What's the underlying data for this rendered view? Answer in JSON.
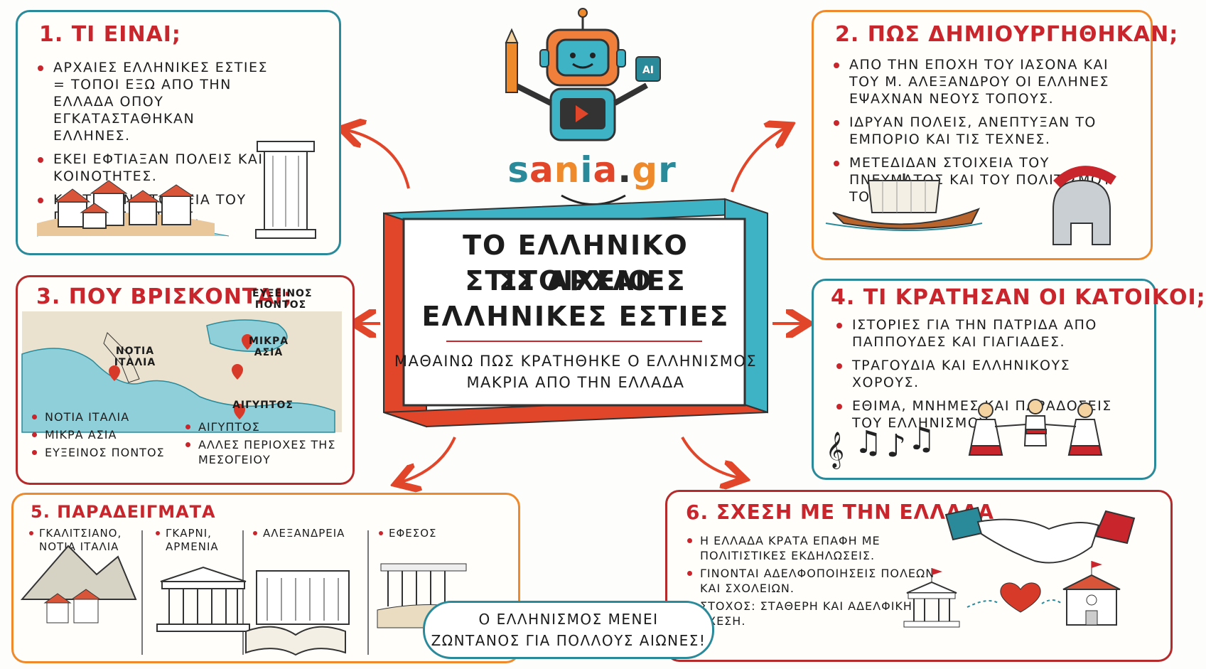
{
  "colors": {
    "teal": "#2a8a9a",
    "orange": "#ef8a2c",
    "red": "#c8262c",
    "dark_red": "#b52a2a"
  },
  "logo": {
    "text": "sania.gr",
    "robot_badge": "AI"
  },
  "center": {
    "title_lines": [
      "ΤΟ ΕΛΛΗΝΙΚΟ ΣΤΟΙΧΕΙΟ",
      "ΣΤΙΣ ΑΡΧΑΙΕΣ",
      "ΕΛΛΗΝΙΚΕΣ ΕΣΤΙΕΣ"
    ],
    "subtitle_lines": [
      "ΜΑΘΑΙΝΩ ΠΩΣ ΚΡΑΤΗΘΗΚΕ Ο ΕΛΛΗΝΙΣΜΟΣ",
      "ΜΑΚΡΙΑ ΑΠΟ ΤΗΝ ΕΛΛΑΔΑ"
    ]
  },
  "panel1": {
    "title": "1. ΤΙ ΕΙΝΑΙ;",
    "bullets": [
      "ΑΡΧΑΙΕΣ ΕΛΛΗΝΙΚΕΣ ΕΣΤΙΕΣ = ΤΟΠΟΙ ΕΞΩ ΑΠΟ ΤΗΝ ΕΛΛΑΔΑ ΟΠΟΥ ΕΓΚΑΤΑΣΤΑΘΗΚΑΝ ΕΛΛΗΝΕΣ.",
      "ΕΚΕΙ ΕΦΤΙΑΞΑΝ ΠΟΛΕΙΣ ΚΑΙ ΚΟΙΝΟΤΗΤΕΣ.",
      "ΚΡΑΤΗΣΑΝ ΣΤΟΙΧΕΙΑ ΤΟΥ ΠΟΛΙΤΙΣΜΟΥ ΤΟΥΣ."
    ]
  },
  "panel2": {
    "title": "2. ΠΩΣ ΔΗΜΙΟΥΡΓΗΘΗΚΑΝ;",
    "bullets": [
      "ΑΠΟ ΤΗΝ ΕΠΟΧΗ ΤΟΥ ΙΑΣΟΝΑ ΚΑΙ ΤΟΥ Μ. ΑΛΕΞΑΝΔΡΟΥ ΟΙ ΕΛΛΗΝΕΣ ΕΨΑΧΝΑΝ ΝΕΟΥΣ ΤΟΠΟΥΣ.",
      "ΙΔΡΥΑΝ ΠΟΛΕΙΣ, ΑΝΕΠΤΥΞΑΝ ΤΟ ΕΜΠΟΡΙΟ ΚΑΙ ΤΙΣ ΤΕΧΝΕΣ.",
      "ΜΕΤΕΔΙΔΑΝ ΣΤΟΙΧΕΙΑ ΤΟΥ ΠΝΕΥΜΑΤΟΣ ΚΑΙ ΤΟΥ ΠΟΛΙΤΙΣΜΟΥ ΤΟΥΣ."
    ]
  },
  "panel3": {
    "title": "3. ΠΟΥ ΒΡΙΣΚΟΝΤΑΙ;",
    "map_labels": [
      "ΕΥΞΕΙΝΟΣ ΠΟΝΤΟΣ",
      "ΝΟΤΙΑ ΙΤΑΛΙΑ",
      "ΜΙΚΡΑ ΑΣΙΑ",
      "ΑΙΓΥΠΤΟΣ"
    ],
    "list_left": [
      "ΝΟΤΙΑ ΙΤΑΛΙΑ",
      "ΜΙΚΡΑ ΑΣΙΑ",
      "ΕΥΞΕΙΝΟΣ ΠΟΝΤΟΣ"
    ],
    "list_right": [
      "ΑΙΓΥΠΤΟΣ",
      "ΑΛΛΕΣ ΠΕΡΙΟΧΕΣ ΤΗΣ ΜΕΣΟΓΕΙΟΥ"
    ]
  },
  "panel4": {
    "title": "4. ΤΙ ΚΡΑΤΗΣΑΝ ΟΙ ΚΑΤΟΙΚΟΙ;",
    "bullets": [
      "ΙΣΤΟΡΙΕΣ ΓΙΑ ΤΗΝ ΠΑΤΡΙΔΑ ΑΠΟ ΠΑΠΠΟΥΔΕΣ ΚΑΙ ΓΙΑΓΙΑΔΕΣ.",
      "ΤΡΑΓΟΥΔΙΑ ΚΑΙ ΕΛΛΗΝΙΚΟΥΣ ΧΟΡΟΥΣ.",
      "ΕΘΙΜΑ, ΜΝΗΜΕΣ ΚΑΙ ΠΑΡΑΔΟΣΕΙΣ ΤΟΥ ΕΛΛΗΝΙΣΜΟΥ."
    ]
  },
  "panel5": {
    "title": "5. ΠΑΡΑΔΕΙΓΜΑΤΑ",
    "examples": [
      {
        "label": "ΓΚΑΛΙΤΣΙΑΝΟ, ΝΟΤΙΑ ΙΤΑΛΙΑ"
      },
      {
        "label": "ΓΚΑΡΝΙ, ΑΡΜΕΝΙΑ"
      },
      {
        "label": "ΑΛΕΞΑΝΔΡΕΙΑ"
      },
      {
        "label": "ΕΦΕΣΟΣ"
      }
    ]
  },
  "panel6": {
    "title": "6. ΣΧΕΣΗ ΜΕ ΤΗΝ ΕΛΛΑΔΑ",
    "bullets": [
      "Η ΕΛΛΑΔΑ ΚΡΑΤΑ ΕΠΑΦΗ ΜΕ ΠΟΛΙΤΙΣΤΙΚΕΣ ΕΚΔΗΛΩΣΕΙΣ.",
      "ΓΙΝΟΝΤΑΙ ΑΔΕΛΦΟΠΟΙΗΣΕΙΣ ΠΟΛΕΩΝ ΚΑΙ ΣΧΟΛΕΙΩΝ.",
      "ΣΤΟΧΟΣ: ΣΤΑΘΕΡΗ ΚΑΙ ΑΔΕΛΦΙΚΗ ΣΧΕΣΗ."
    ]
  },
  "bubble": {
    "lines": [
      "Ο ΕΛΛΗΝΙΣΜΟΣ ΜΕΝΕΙ",
      "ΖΩΝΤΑΝΟΣ ΓΙΑ ΠΟΛΛΟΥΣ ΑΙΩΝΕΣ!"
    ]
  },
  "icons": [
    "robot-icon",
    "column-icon",
    "village-icon",
    "ship-icon",
    "helmet-icon",
    "map-pin-icon",
    "music-notes-icon",
    "dancers-icon",
    "mountain-village-icon",
    "temple-icon",
    "book-icon",
    "ruins-icon",
    "handshake-icon",
    "heart-icon",
    "school-icon",
    "arrow-icon"
  ]
}
